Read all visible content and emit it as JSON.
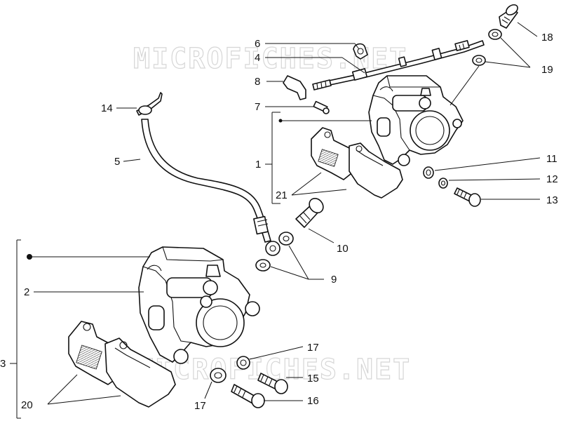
{
  "watermark": {
    "top": "MICROFICHES.NET",
    "bottom": "MICROFICHES.NET"
  },
  "labels": {
    "l1": "1",
    "l2": "2",
    "l3": "3",
    "l4": "4",
    "l5": "5",
    "l6": "6",
    "l7": "7",
    "l8": "8",
    "l9": "9",
    "l10": "10",
    "l11": "11",
    "l12": "12",
    "l13": "13",
    "l14": "14",
    "l15": "15",
    "l16": "16",
    "l17a": "17",
    "l17b": "17",
    "l18": "18",
    "l19": "19",
    "l20": "20",
    "l21": "21"
  }
}
